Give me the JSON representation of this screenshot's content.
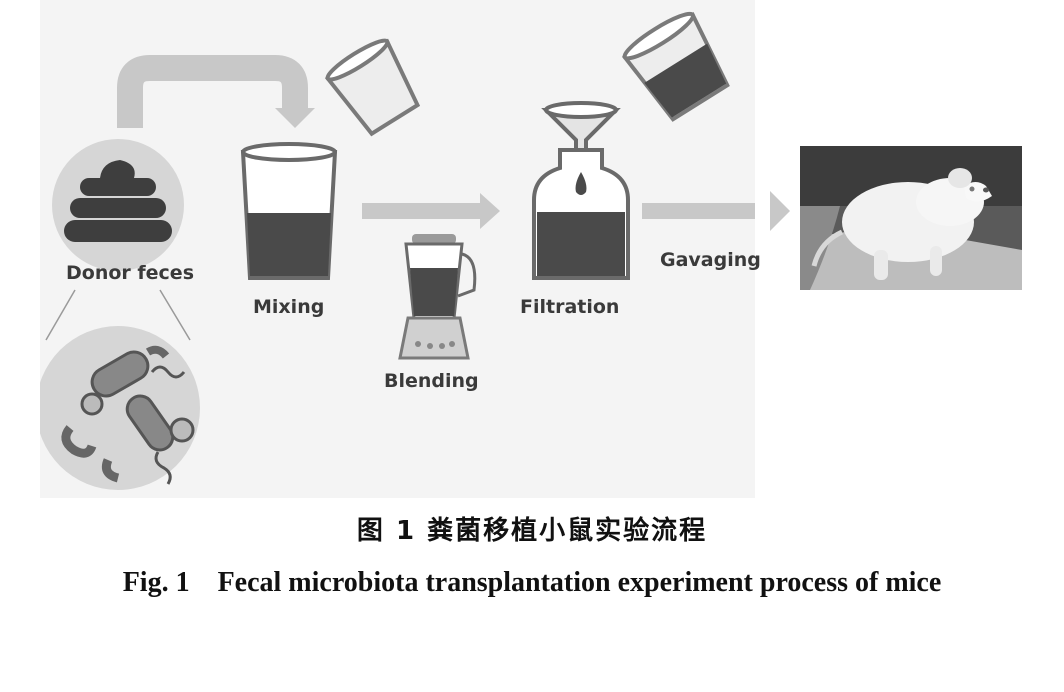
{
  "diagram": {
    "labels": {
      "donor": "Donor feces",
      "mixing": "Mixing",
      "blending": "Blending",
      "filtration": "Filtration",
      "gavaging": "Gavaging"
    }
  },
  "caption": {
    "cn": "图 1  粪菌移植小鼠实验流程",
    "en": "Fig. 1    Fecal microbiota transplantation experiment process of mice"
  },
  "colors": {
    "liquid": "#4a4a4a",
    "arrow": "#c8c8c8",
    "glass": "#7a7a7a",
    "circle": "#d6d6d6"
  }
}
